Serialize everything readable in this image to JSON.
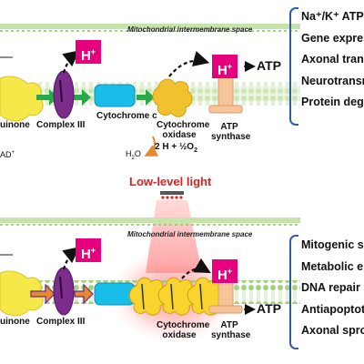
{
  "top": {
    "membrane_label": "Mitochondrial intermembrane space",
    "h_plus": "H",
    "h_plus_charge": "+",
    "labels": {
      "quinone": "uinone",
      "complex3": "Complex III",
      "cytc": "Cytochrome c",
      "oxidase_line1": "Cytochrome",
      "oxidase_line2": "oxidase",
      "equation": "2 H + ½O",
      "equation_sub": "2",
      "water": "H",
      "water_sub": "2",
      "water_o": "O",
      "nad": "AD",
      "nad_charge": "+",
      "atp_line1": "ATP",
      "atp_line2": "synthase"
    },
    "atp": "ATP",
    "outcomes": [
      "Na⁺/K⁺ ATPa",
      "Gene expres",
      "Axonal trans",
      "Neurotransm",
      "Protein deg"
    ]
  },
  "light": {
    "title": "Low-level light"
  },
  "bottom": {
    "membrane_label": "Mitochondrial intermembrane space",
    "h_plus": "H",
    "h_plus_charge": "+",
    "labels": {
      "quinone": "uinone",
      "complex3": "Complex III",
      "oxidase_line1": "Cytochrome",
      "oxidase_line2": "oxidase",
      "atp_line1": "ATP",
      "atp_line2": "synthase"
    },
    "atp": "ATP",
    "outcomes": [
      "Mitogenic s",
      "Metabolic e",
      "DNA repair",
      "Antiapoptot",
      "Axonal spro"
    ]
  },
  "colors": {
    "proton": "#e6007e",
    "membrane_band": "#d8ebc4",
    "quinone": "#f7e84a",
    "complex3": "#7b2c8c",
    "cytc": "#18bde8",
    "oxidase": "#f2c12e",
    "atp_synthase": "#f7c49a",
    "arrow_green": "#2aa84a",
    "arrow_orange": "#e8892b",
    "bracket": "#2e5da8",
    "light": "#e0201e"
  }
}
